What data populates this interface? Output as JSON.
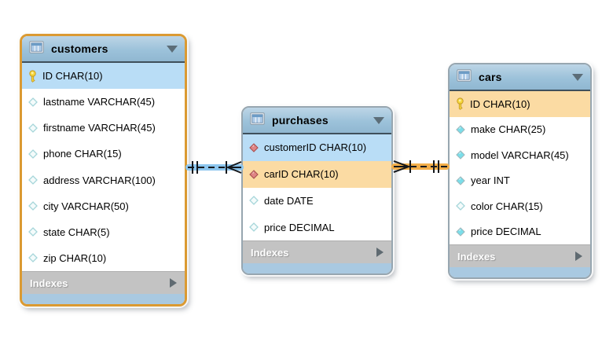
{
  "tables": [
    {
      "id": "customers",
      "title": "customers",
      "indexes_label": "Indexes",
      "selected": true,
      "columns": [
        {
          "text": "ID CHAR(10)",
          "icon": "key",
          "row_bg": "highlight-blue"
        },
        {
          "text": "lastname VARCHAR(45)",
          "icon": "diamond-hollow",
          "row_bg": null
        },
        {
          "text": "firstname VARCHAR(45)",
          "icon": "diamond-hollow",
          "row_bg": null
        },
        {
          "text": "phone CHAR(15)",
          "icon": "diamond-hollow",
          "row_bg": null
        },
        {
          "text": "address VARCHAR(100)",
          "icon": "diamond-hollow",
          "row_bg": null
        },
        {
          "text": "city VARCHAR(50)",
          "icon": "diamond-hollow",
          "row_bg": null
        },
        {
          "text": "state CHAR(5)",
          "icon": "diamond-hollow",
          "row_bg": null
        },
        {
          "text": "zip CHAR(10)",
          "icon": "diamond-hollow",
          "row_bg": null
        }
      ]
    },
    {
      "id": "purchases",
      "title": "purchases",
      "indexes_label": "Indexes",
      "selected": false,
      "columns": [
        {
          "text": "customerID CHAR(10)",
          "icon": "diamond-red",
          "row_bg": "highlight-blue"
        },
        {
          "text": "carID CHAR(10)",
          "icon": "diamond-red",
          "row_bg": "highlight-orange"
        },
        {
          "text": "date DATE",
          "icon": "diamond-hollow",
          "row_bg": null
        },
        {
          "text": "price DECIMAL",
          "icon": "diamond-hollow",
          "row_bg": null
        }
      ]
    },
    {
      "id": "cars",
      "title": "cars",
      "indexes_label": "Indexes",
      "selected": false,
      "columns": [
        {
          "text": "ID CHAR(10)",
          "icon": "key",
          "row_bg": "highlight-orange"
        },
        {
          "text": "make CHAR(25)",
          "icon": "diamond-filled",
          "row_bg": null
        },
        {
          "text": "model VARCHAR(45)",
          "icon": "diamond-filled",
          "row_bg": null
        },
        {
          "text": "year INT",
          "icon": "diamond-filled",
          "row_bg": null
        },
        {
          "text": "color CHAR(15)",
          "icon": "diamond-hollow",
          "row_bg": null
        },
        {
          "text": "price DECIMAL",
          "icon": "diamond-filled",
          "row_bg": null
        }
      ]
    }
  ],
  "relationships": [
    {
      "from": "customers",
      "to": "purchases",
      "cardinality": "one-to-many",
      "line_style": "dashed",
      "highlight_color": "#8dc6ee"
    },
    {
      "from": "cars",
      "to": "purchases",
      "cardinality": "one-to-many",
      "line_style": "dashed",
      "highlight_color": "#f3ae49"
    }
  ],
  "colors": {
    "header_bg": "#9cc2da",
    "row_highlight_blue": "#b9ddf6",
    "row_highlight_orange": "#fbdba3",
    "selected_table_border": "#db9a32",
    "table_border": "#97a6b0",
    "indexes_bar_bg": "#c3c3c3",
    "footer_bg": "#a9c9e1",
    "relationship_line": "#15181c"
  }
}
